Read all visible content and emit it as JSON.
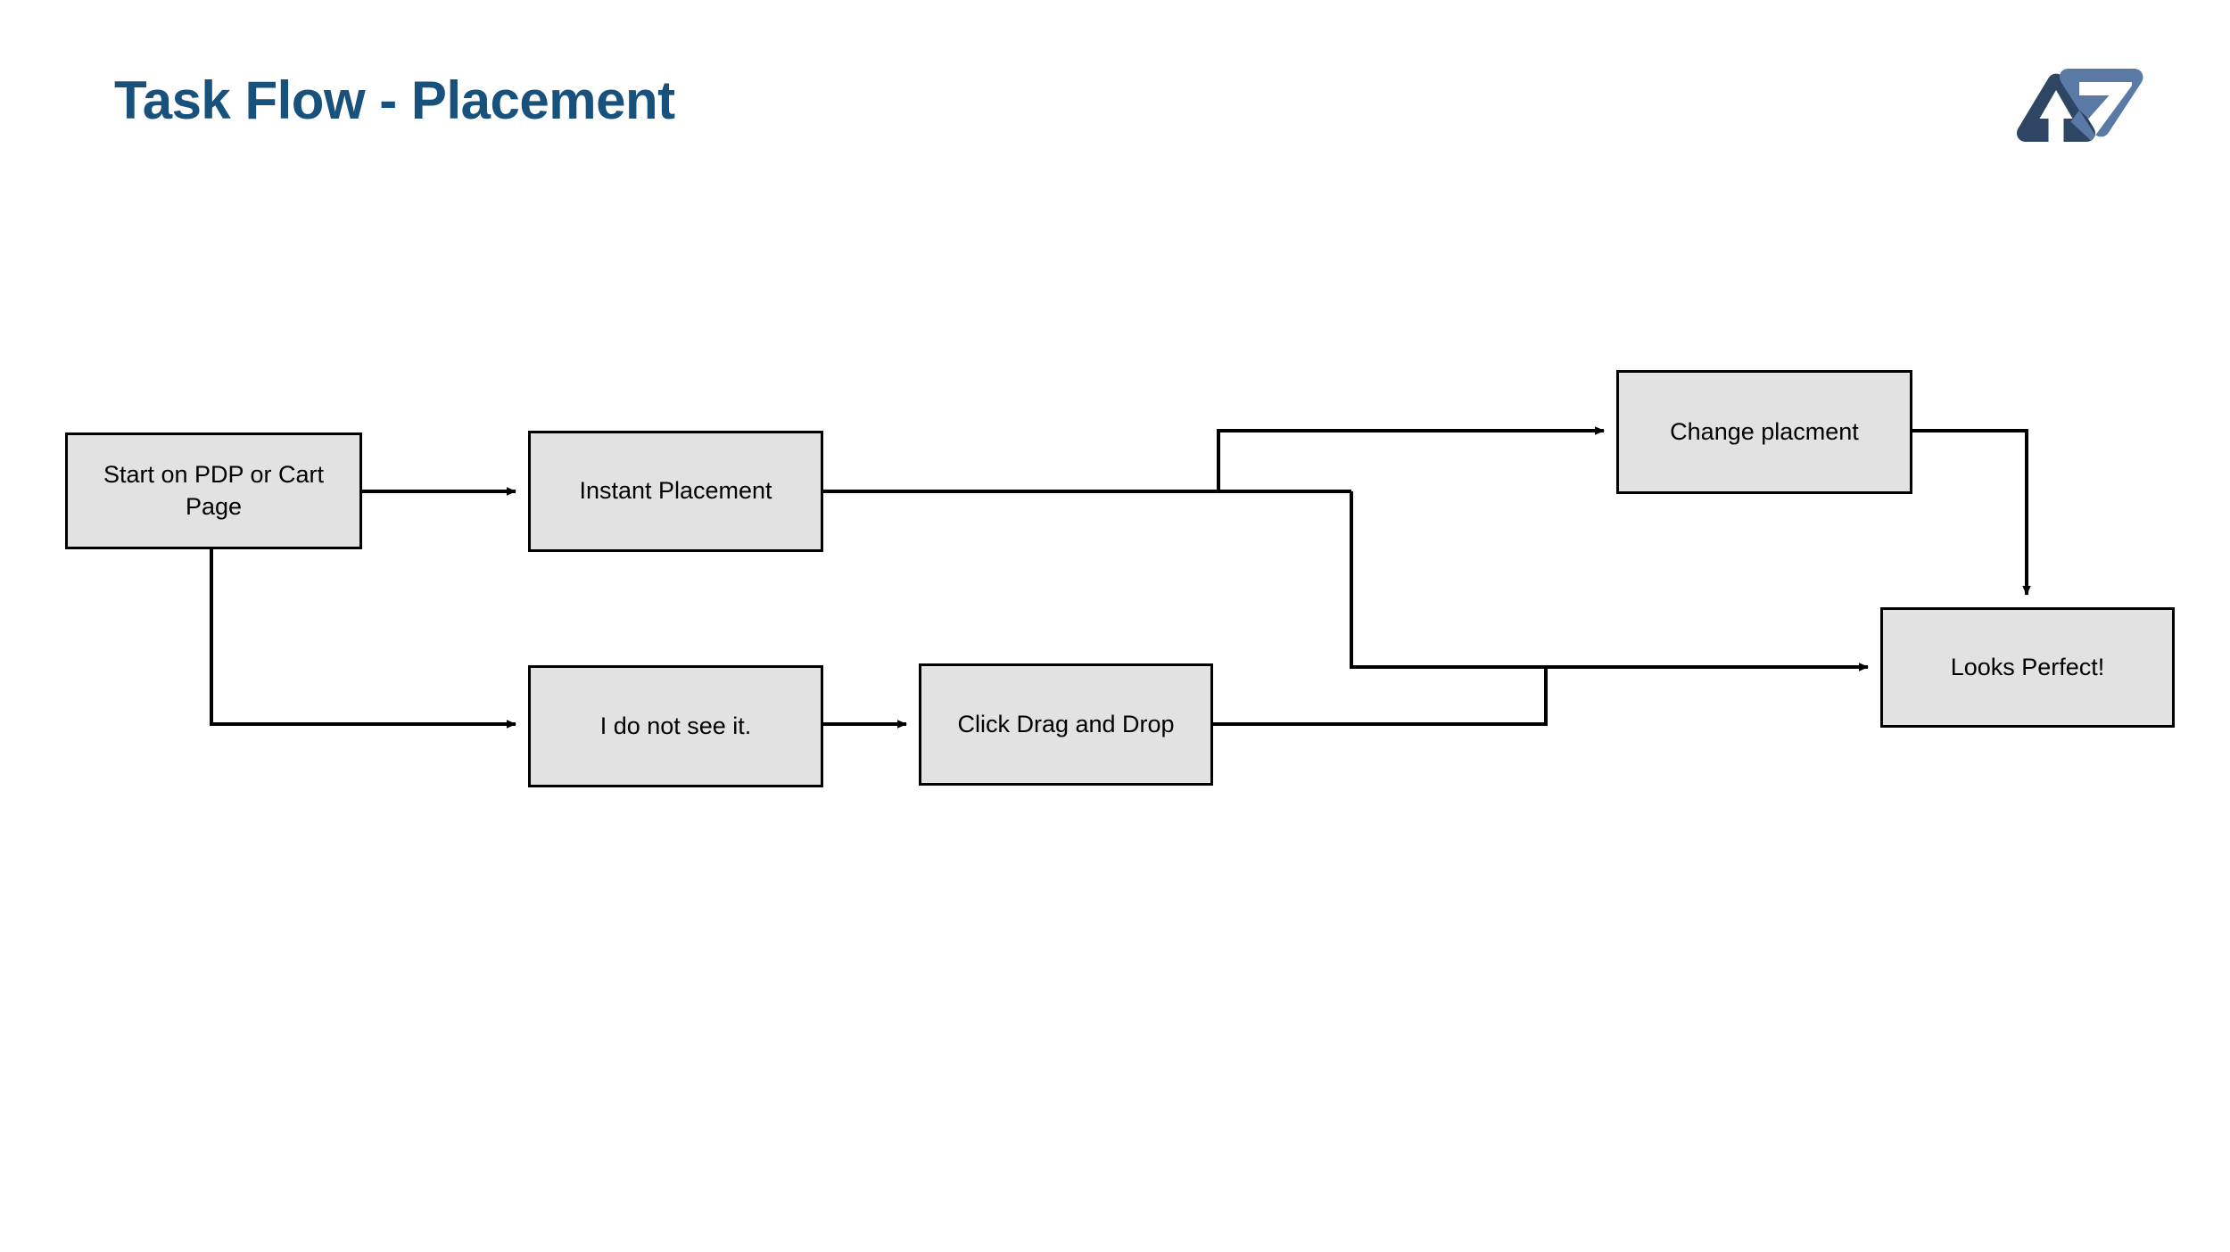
{
  "slide": {
    "title": "Task Flow - Placement",
    "title_color": "#17517c",
    "background_color": "#ffffff"
  },
  "logo": {
    "name": "brand-logo",
    "dark_color": "#2e4663",
    "light_color": "#5a7aa5",
    "shape_left": "triangle-with-up-arrow",
    "shape_right": "inverted-triangle-with-checkmark"
  },
  "diagram": {
    "type": "flowchart",
    "node_fill": "#e2e2e2",
    "node_border": "#000000",
    "connector_color": "#000000",
    "nodes": [
      {
        "id": "start",
        "label": "Start on PDP or Cart Page"
      },
      {
        "id": "instant",
        "label": "Instant Placement"
      },
      {
        "id": "notsee",
        "label": "I do not see it."
      },
      {
        "id": "dragdrop",
        "label": "Click Drag and Drop"
      },
      {
        "id": "change",
        "label": "Change placment"
      },
      {
        "id": "perfect",
        "label": "Looks Perfect!"
      }
    ],
    "edges": [
      {
        "from": "start",
        "to": "instant",
        "label": ""
      },
      {
        "from": "start",
        "to": "notsee",
        "label": ""
      },
      {
        "from": "instant",
        "to": "change",
        "label": ""
      },
      {
        "from": "instant",
        "to": "perfect",
        "label": ""
      },
      {
        "from": "notsee",
        "to": "dragdrop",
        "label": ""
      },
      {
        "from": "dragdrop",
        "to": "perfect",
        "label": ""
      },
      {
        "from": "change",
        "to": "perfect",
        "label": ""
      }
    ]
  }
}
